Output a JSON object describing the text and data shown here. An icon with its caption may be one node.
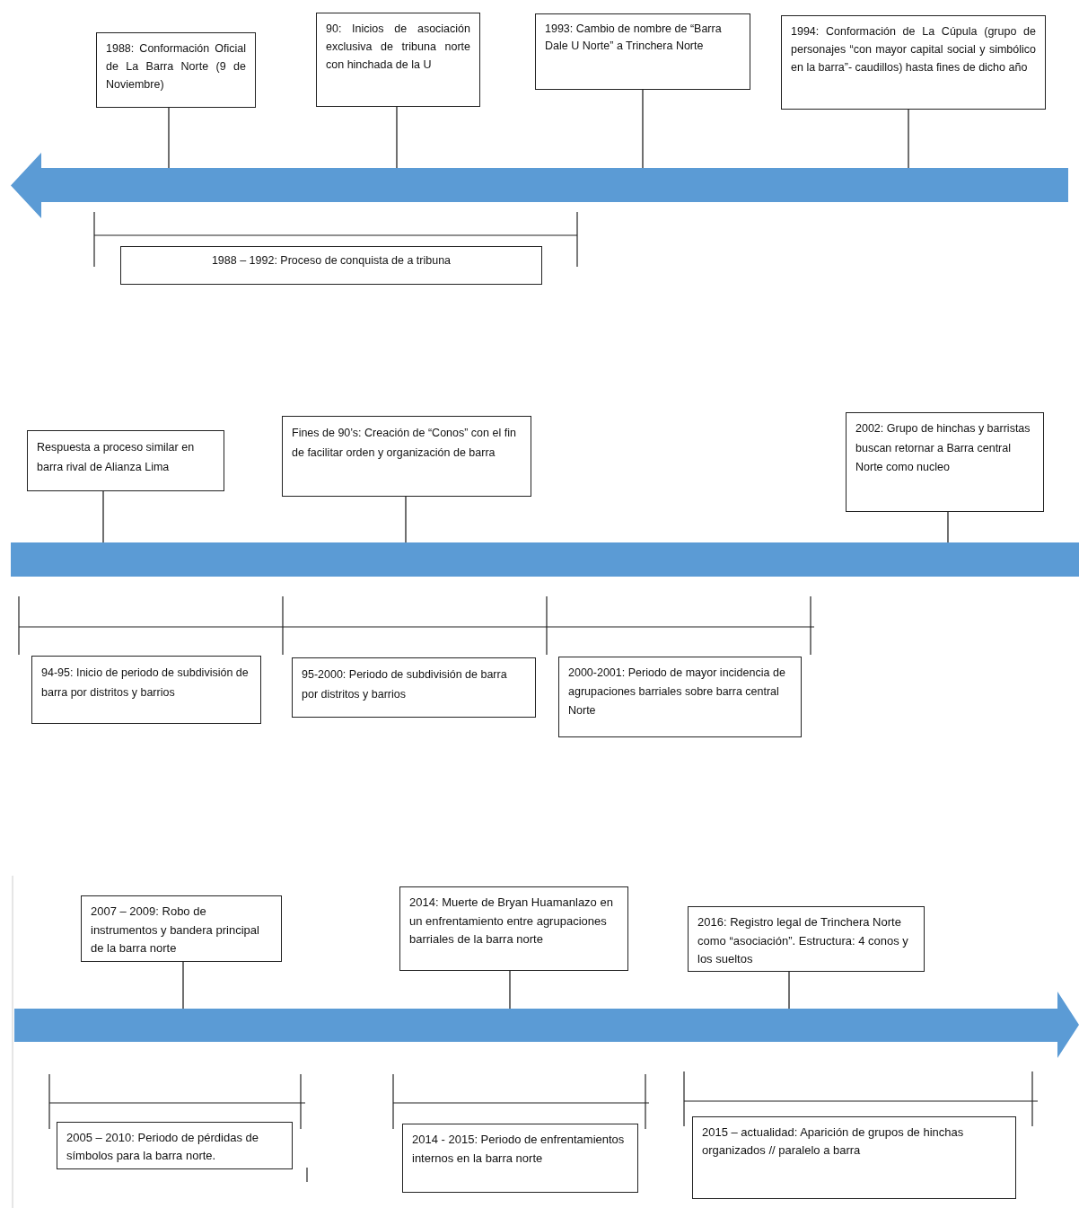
{
  "diagram": {
    "nodes": [
      {
        "text": [
          "1988: Conformación Oficial de La Barra Norte (9 de Noviembre)"
        ]
      },
      {
        "text": [
          "90: Inicios de asociación exclusiva de tribuna norte con hinchada de la U"
        ]
      },
      {
        "text": [
          "1993: Cambio de nombre de “Barra Dale U Norte” a Trinchera Norte"
        ]
      },
      {
        "text": [
          "1994: Conformación de La Cúpula (grupo de personajes “con mayor capital social y simbólico en la barra”- caudillos) hasta fines de dicho año"
        ]
      },
      {
        "text": [],
        "shape": "bar"
      },
      {
        "text": [
          "1988 – 1992: Proceso de conquista de a tribuna"
        ]
      },
      {
        "text": [
          "Respuesta a proceso similar en barra rival de Alianza Lima"
        ]
      },
      {
        "text": [
          "Fines de 90’s: Creación de “Conos” con el fin de facilitar orden y organización de barra"
        ]
      },
      {
        "text": [
          "2002: Grupo de hinchas y barristas buscan retornar a Barra central Norte como nucleo"
        ]
      },
      {
        "text": [],
        "shape": "bar"
      },
      {
        "text": [
          "94-95: Inicio de periodo de subdivisión de barra por distritos y barrios"
        ]
      },
      {
        "text": [
          "95-2000: Periodo de subdivisión de barra por distritos y barrios"
        ]
      },
      {
        "text": [
          "2000-2001: Periodo de mayor incidencia de agrupaciones barriales sobre barra central Norte"
        ]
      },
      {
        "text": [
          "2007 – 2009: Robo de instrumentos y bandera principal de la barra norte"
        ]
      },
      {
        "text": [
          "2014: Muerte de Bryan Huamanlazo en un enfrentamiento entre agrupaciones barriales de la barra norte"
        ]
      },
      {
        "text": [
          "2016: Registro legal de Trinchera Norte como “asociación”. Estructura: 4 conos y los sueltos"
        ]
      },
      {
        "text": [],
        "shape": "bar"
      },
      {
        "text": [
          "2005 – 2010: Periodo de pérdidas de símbolos para la barra norte."
        ]
      },
      {
        "text": [
          "2014 - 2015: Periodo de enfrentamientos internos en la barra norte"
        ]
      },
      {
        "text": [
          "2015 – actualidad: Aparición de grupos de hinchas organizados // paralelo a barra"
        ]
      }
    ],
    "edges": [
      {
        "from": 0,
        "to": 4,
        "arrow": "none"
      },
      {
        "from": 1,
        "to": 4,
        "arrow": "none"
      },
      {
        "from": 2,
        "to": 4,
        "arrow": "none"
      },
      {
        "from": 3,
        "to": 4,
        "arrow": "none"
      },
      {
        "from": 6,
        "to": 9,
        "arrow": "none"
      },
      {
        "from": 7,
        "to": 9,
        "arrow": "none"
      },
      {
        "from": 8,
        "to": 9,
        "arrow": "none"
      },
      {
        "from": 13,
        "to": 16,
        "arrow": "none"
      },
      {
        "from": 14,
        "to": 16,
        "arrow": "none"
      },
      {
        "from": 15,
        "to": 16,
        "arrow": "none"
      }
    ]
  }
}
